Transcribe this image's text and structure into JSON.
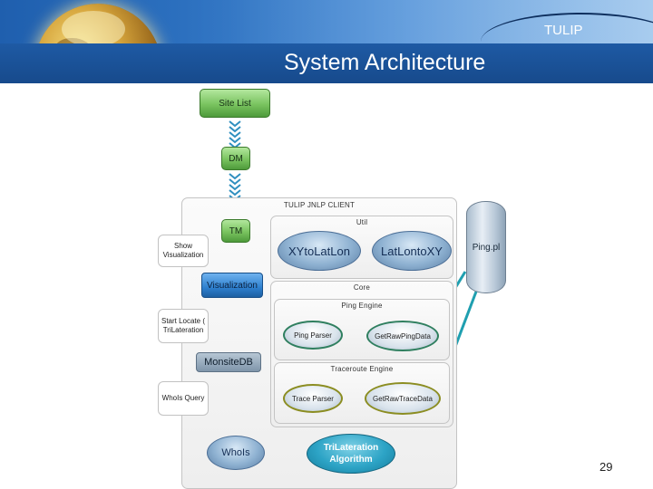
{
  "header": {
    "brand": "TULIP",
    "title": "System Architecture"
  },
  "diagram": {
    "site_list": "Site List",
    "dm": "DM",
    "tm": "TM",
    "client_label": "TULIP JNLP CLIENT",
    "util_label": "Util",
    "xy_to_latlon": "XYtoLatLon",
    "latlon_to_xy": "LatLontoXY",
    "ping_pl": "Ping.pl",
    "show_visualization": [
      "Show",
      "Visualization"
    ],
    "visualization": "Visualization",
    "core_label": "Core",
    "ping_engine_label": "Ping Engine",
    "start_locate": [
      "Start Locate (",
      "TriLateration"
    ],
    "ping_parser": "Ping Parser",
    "get_raw_ping_data": "GetRawPingData",
    "monsite_db": "MonsiteDB",
    "traceroute_engine_label": "Traceroute Engine",
    "whois_query": "WhoIs Query",
    "trace_parser": "Trace Parser",
    "get_raw_trace_data": "GetRawTraceData",
    "whois": "WhoIs",
    "trilateration": [
      "TriLateration",
      "Algorithm"
    ]
  },
  "page_number": "29",
  "colors": {
    "header_blue": "#1f5fae",
    "header_bar": "#174a8c",
    "component_green": "#79c35f",
    "visualization_blue": "#2e80cf",
    "trilateration_teal": "#2da4c6",
    "arrow_teal": "#1f9fb0"
  }
}
